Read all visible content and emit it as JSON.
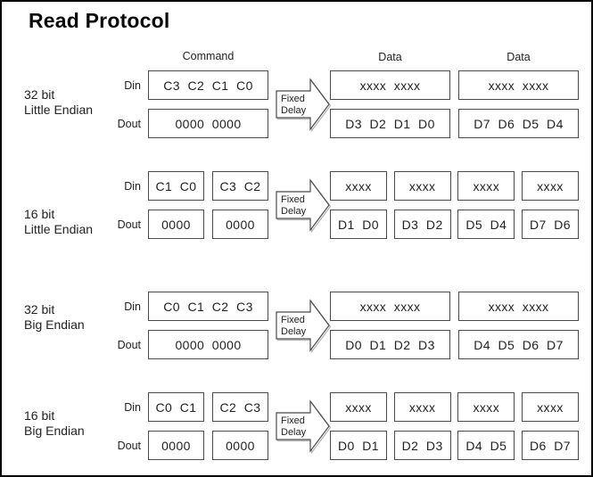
{
  "title": "Read Protocol",
  "column_headers": {
    "command": "Command",
    "data_left": "Data",
    "data_right": "Data"
  },
  "row_labels": {
    "din": "Din",
    "dout": "Dout"
  },
  "arrow": {
    "line1": "Fixed",
    "line2": "Delay"
  },
  "sections": [
    {
      "bits": "32 bit",
      "endian": "Little Endian",
      "command_din": [
        "C3  C2  C1  C0"
      ],
      "command_dout": [
        "0000  0000"
      ],
      "data_din": [
        "xxxx  xxxx",
        "xxxx  xxxx"
      ],
      "data_dout": [
        "D3  D2  D1  D0",
        "D7  D6  D5  D4"
      ]
    },
    {
      "bits": "16 bit",
      "endian": "Little Endian",
      "command_din": [
        "C1  C0",
        "C3  C2"
      ],
      "command_dout": [
        "0000",
        "0000"
      ],
      "data_din": [
        "xxxx",
        "xxxx",
        "xxxx",
        "xxxx"
      ],
      "data_dout": [
        "D1  D0",
        "D3  D2",
        "D5  D4",
        "D7  D6"
      ]
    },
    {
      "bits": "32 bit",
      "endian": "Big Endian",
      "command_din": [
        "C0  C1  C2  C3"
      ],
      "command_dout": [
        "0000  0000"
      ],
      "data_din": [
        "xxxx  xxxx",
        "xxxx  xxxx"
      ],
      "data_dout": [
        "D0  D1  D2  D3",
        "D4  D5  D6  D7"
      ]
    },
    {
      "bits": "16 bit",
      "endian": "Big Endian",
      "command_din": [
        "C0  C1",
        "C2  C3"
      ],
      "command_dout": [
        "0000",
        "0000"
      ],
      "data_din": [
        "xxxx",
        "xxxx",
        "xxxx",
        "xxxx"
      ],
      "data_dout": [
        "D0  D1",
        "D2  D3",
        "D4  D5",
        "D6  D7"
      ]
    }
  ],
  "colors": {
    "background": "#ffffff",
    "outer_border": "#000000",
    "box_border": "#4a4a4a",
    "text": "#222222",
    "arrow_shadow": "#b4b4b4"
  }
}
